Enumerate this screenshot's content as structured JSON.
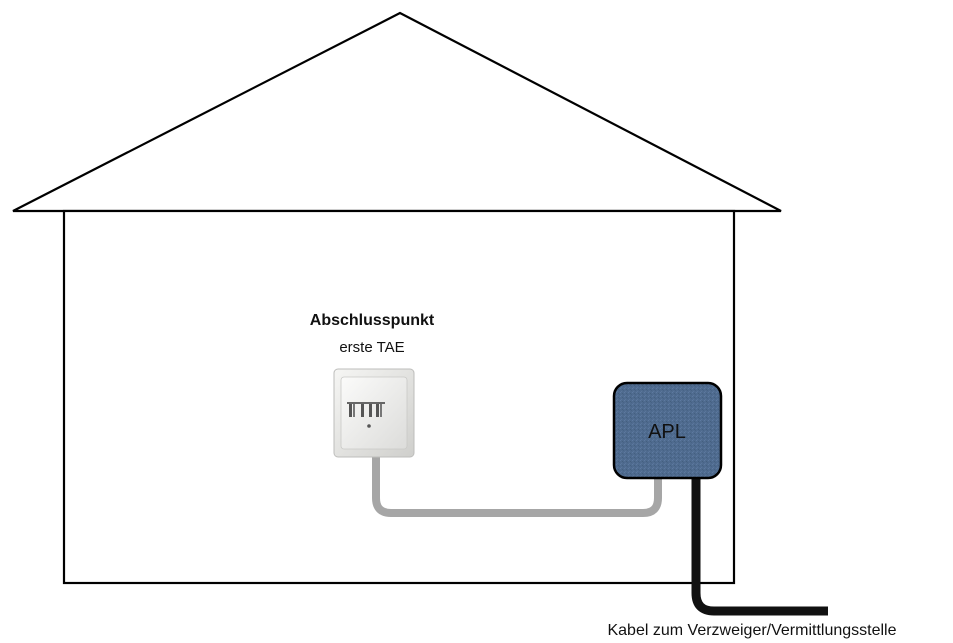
{
  "labels": {
    "terminal_title": "Abschlusspunkt",
    "terminal_subtitle": "erste TAE",
    "apl": "APL",
    "cable": "Kabel zum Verzweiger/Vermittlungsstelle"
  },
  "colors": {
    "outline": "#000000",
    "background": "#ffffff",
    "apl_fill": "#4e6a8e",
    "indoor_cable": "#a6a6a6",
    "outdoor_cable": "#111111",
    "socket_plate": "#e7e7e5"
  },
  "icons": {
    "socket": "tae-socket-icon"
  }
}
